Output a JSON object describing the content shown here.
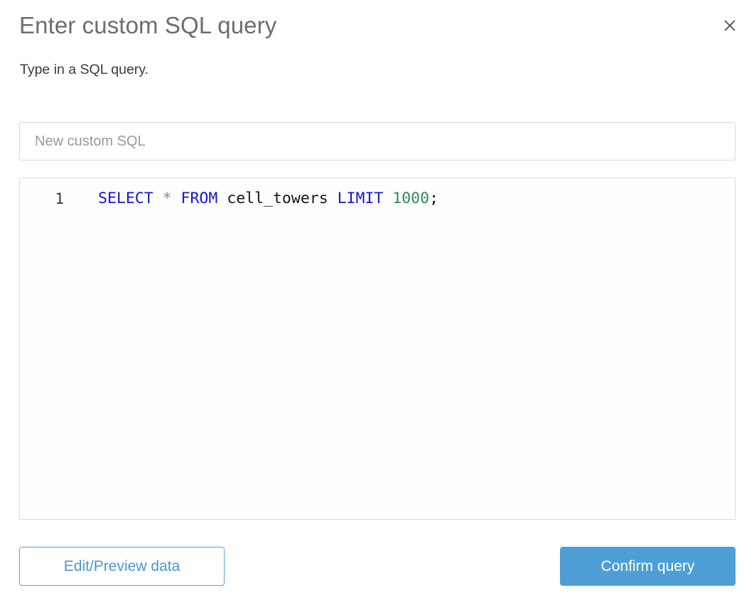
{
  "dialog": {
    "title": "Enter custom SQL query",
    "subtitle": "Type in a SQL query.",
    "close_icon": "close-icon"
  },
  "name_input": {
    "value": "",
    "placeholder": "New custom SQL"
  },
  "editor": {
    "line_number": "1",
    "query": "SELECT * FROM cell_towers LIMIT 1000;",
    "tokens": [
      {
        "text": "SELECT",
        "type": "keyword"
      },
      {
        "text": " ",
        "type": "plain"
      },
      {
        "text": "*",
        "type": "operator"
      },
      {
        "text": " ",
        "type": "plain"
      },
      {
        "text": "FROM",
        "type": "keyword"
      },
      {
        "text": " ",
        "type": "plain"
      },
      {
        "text": "cell_towers",
        "type": "identifier"
      },
      {
        "text": " ",
        "type": "plain"
      },
      {
        "text": "LIMIT",
        "type": "keyword"
      },
      {
        "text": " ",
        "type": "plain"
      },
      {
        "text": "1000",
        "type": "number"
      },
      {
        "text": ";",
        "type": "punct"
      }
    ]
  },
  "footer": {
    "secondary_label": "Edit/Preview data",
    "primary_label": "Confirm query"
  },
  "colors": {
    "accent": "#4d9fd6",
    "accent_border": "#5ba3d8",
    "keyword": "#1515dd",
    "number": "#2e8b57",
    "operator": "#7f8c9a",
    "title_text": "#6d6d6d",
    "subtitle_text": "#3b3b3b",
    "placeholder_text": "#9a9a9a"
  }
}
